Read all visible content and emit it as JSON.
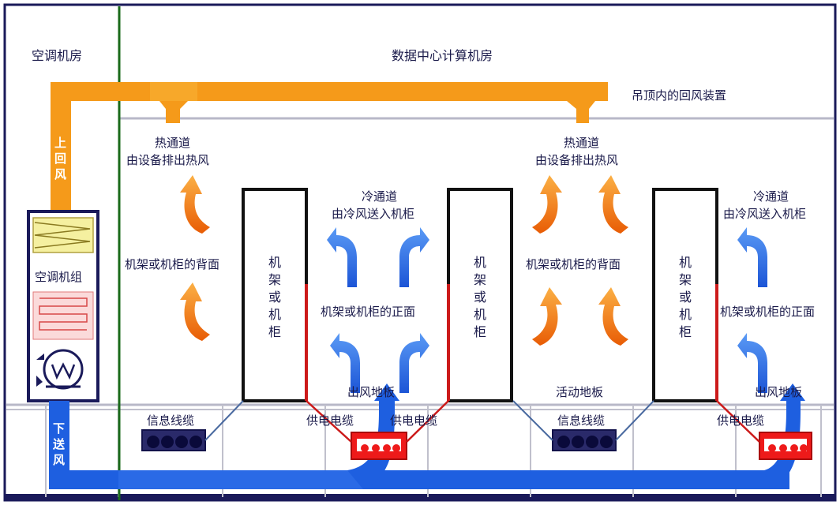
{
  "zones": {
    "ac_room": "空调机房",
    "data_center": "数据中心计算机房"
  },
  "ceiling_return": "吊顶内的回风装置",
  "duct_up": [
    "上",
    "回",
    "风"
  ],
  "duct_down": [
    "下",
    "送",
    "风"
  ],
  "ac_unit": "空调机组",
  "hot_aisle": {
    "title": "热通道",
    "desc": "由设备排出热风"
  },
  "cold_aisle": {
    "title": "冷通道",
    "desc": "由冷风送入机柜"
  },
  "rack_back": "机架或机柜的背面",
  "rack_front": "机架或机柜的正面",
  "rack": [
    "机",
    "架",
    "或",
    "机",
    "柜"
  ],
  "outlet_floor": "出风地板",
  "raised_floor": "活动地板",
  "signal_cable": "信息线缆",
  "power_cable": "供电电缆",
  "colors": {
    "frame": "#1a1a5a",
    "duct_orange": "#f59a1a",
    "hot_arrow": "#f07a10",
    "cold_arrow": "#2a6ee0",
    "supply_duct": "#1e5fe0",
    "wall_green": "#1a6a1a",
    "power_red": "#ee1a1a"
  }
}
